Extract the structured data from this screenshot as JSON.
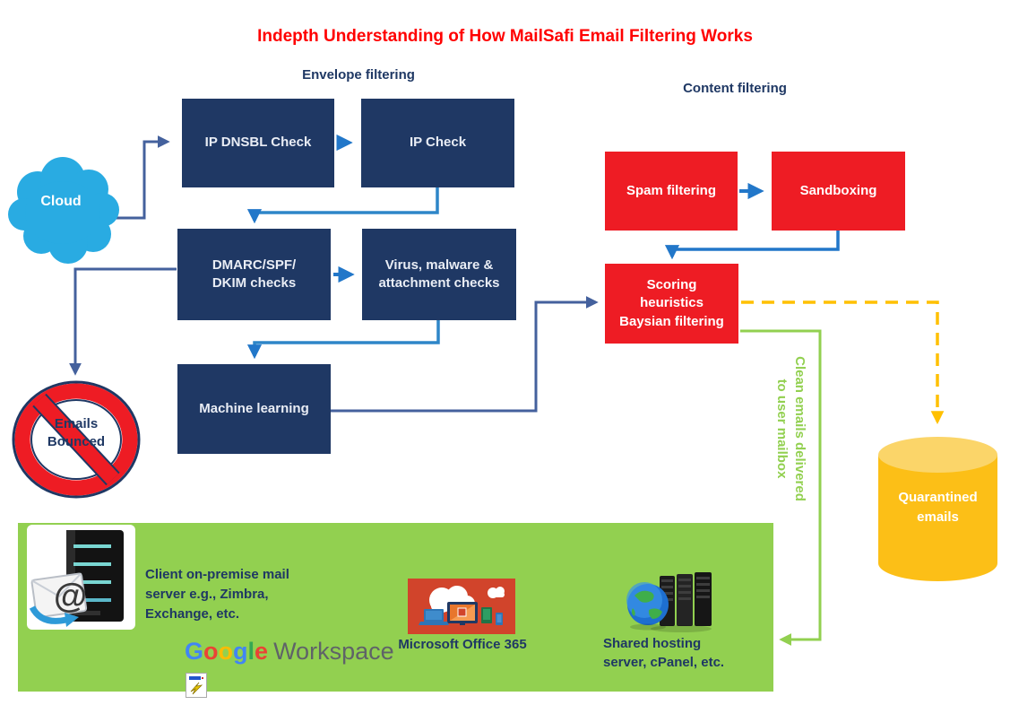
{
  "title": "Indepth Understanding of How MailSafi Email Filtering Works",
  "section_labels": {
    "envelope": "Envelope filtering",
    "content": "Content filtering"
  },
  "nodes": {
    "cloud": "Cloud",
    "ip_dnsbl": "IP DNSBL Check",
    "ip_check": "IP Check",
    "dmarc_lines": [
      "DMARC/SPF/",
      "DKIM checks"
    ],
    "virus": "Virus, malware & attachment checks",
    "machine_learning": "Machine learning",
    "spam": "Spam filtering",
    "sandboxing": "Sandboxing",
    "scoring_lines": [
      "Scoring",
      "heuristics",
      "Baysian filtering"
    ],
    "bounced_lines": [
      "Emails",
      "Bounced"
    ],
    "quarantined": "Quarantined emails"
  },
  "edges": {
    "clean_emails_label_lines": [
      "Clean emails delivered",
      "to user mailbox"
    ]
  },
  "footer": {
    "client_caption": "Client on-premise mail server e.g., Zimbra, Exchange, etc.",
    "google_word": [
      "G",
      "o",
      "o",
      "g",
      "l",
      "e"
    ],
    "google_colors": [
      "#4285F4",
      "#EA4335",
      "#FBBC05",
      "#4285F4",
      "#34A853",
      "#EA4335"
    ],
    "workspace_word": "Workspace",
    "office_caption": "Microsoft Office 365",
    "hosting_caption_lines": [
      "Shared hosting",
      "server, cPanel, etc."
    ]
  },
  "icons": {
    "cloud": "cloud-shape",
    "bounced": "no-entry-sign",
    "mail_server": "mail-server-envelope-image",
    "office365": "office365-devices-image",
    "shared_hosting": "globe-server-racks-image",
    "quarantine": "database-cylinder",
    "workspace_badge": "lightning-window-badge"
  },
  "colors": {
    "title": "#ff0000",
    "navy_box": "#1f3864",
    "red_box": "#ee1c24",
    "cloud_blue": "#29abe2",
    "panel_green": "#92d050",
    "quarantine_amber": "#fcbf17",
    "quarantine_amber_light": "#fbd569",
    "arrow_blue_bright": "#2277c9",
    "arrow_blue_muted": "#44619d",
    "arrow_orange": "#ffc000",
    "arrow_green": "#92d050"
  }
}
